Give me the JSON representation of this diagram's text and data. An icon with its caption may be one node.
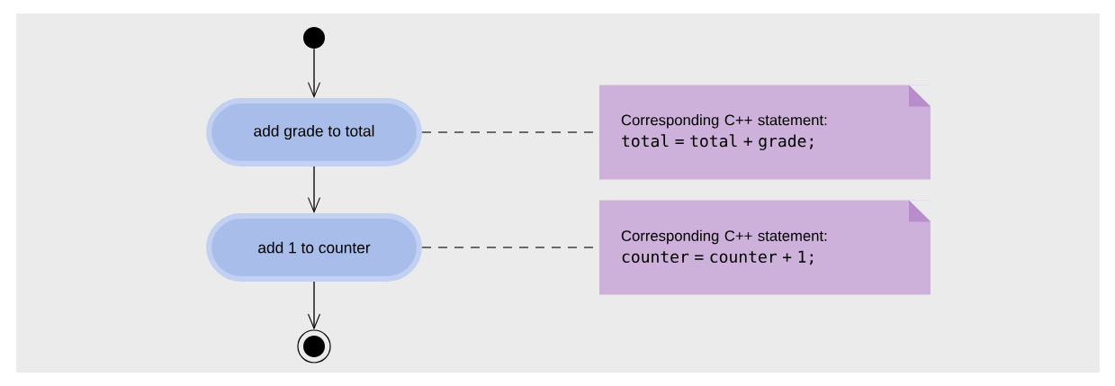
{
  "diagram": {
    "nodes": [
      {
        "text": [],
        "shape": "circle"
      },
      {
        "text": [
          "add grade to total"
        ]
      },
      {
        "text": [
          "add 1 to counter"
        ]
      },
      {
        "text": [],
        "shape": "bullseye"
      },
      {
        "text": [
          "Corresponding C++ statement:",
          "total = total + grade;"
        ]
      },
      {
        "text": [
          "Corresponding C++ statement:",
          "counter = counter + 1;"
        ]
      }
    ],
    "edges": [
      {
        "from": 0,
        "to": 1,
        "arrow": "to"
      },
      {
        "from": 1,
        "to": 2,
        "arrow": "to"
      },
      {
        "from": 2,
        "to": 3,
        "arrow": "to"
      },
      {
        "from": 1,
        "to": 4,
        "arrow": "none",
        "style": "dashed"
      },
      {
        "from": 2,
        "to": 5,
        "arrow": "none",
        "style": "dashed"
      }
    ]
  }
}
